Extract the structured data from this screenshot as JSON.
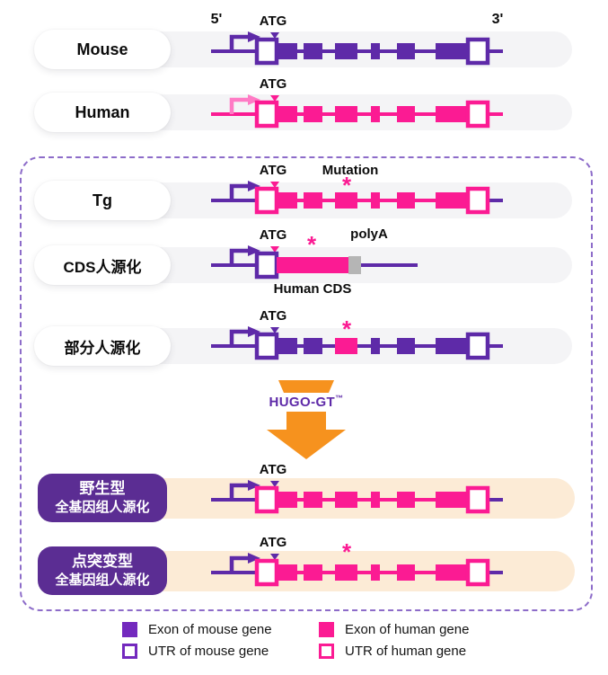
{
  "colors": {
    "purple": "#5E2AA8",
    "legendpurple": "#7329BE",
    "pink": "#FB1B93",
    "pinklight": "#FF7BC5",
    "orange": "#F6921E",
    "polya": "#B5B5B5",
    "badge": "#5B2D93",
    "peach": "#FCEBD6",
    "pill": "#F4F4F6",
    "dashed": "#8D6CC9"
  },
  "axis": {
    "five_prime": "5'",
    "three_prime": "3'"
  },
  "rows": {
    "mouse": {
      "label": "Mouse",
      "atg": "ATG"
    },
    "human": {
      "label": "Human",
      "atg": "ATG"
    },
    "tg": {
      "label": "Tg",
      "atg": "ATG",
      "mutation_label": "Mutation",
      "mutation_mark": "*"
    },
    "cds": {
      "label": "CDS人源化",
      "atg": "ATG",
      "polya_label": "polyA",
      "mutation_mark": "*",
      "caption": "Human CDS"
    },
    "partial": {
      "label": "部分人源化",
      "atg": "ATG",
      "mutation_mark": "*"
    },
    "wildtype": {
      "badge_line1": "野生型",
      "badge_line2": "全基因组人源化",
      "atg": "ATG"
    },
    "pointmut": {
      "badge_line1": "点突变型",
      "badge_line2": "全基因组人源化",
      "atg": "ATG",
      "mutation_mark": "*"
    }
  },
  "process": {
    "label": "HUGO-GT",
    "trademark": "™"
  },
  "legend": {
    "items": [
      {
        "label": "Exon of mouse gene"
      },
      {
        "label": "UTR of mouse gene"
      },
      {
        "label": "Exon of human gene"
      },
      {
        "label": "UTR of human gene"
      }
    ]
  }
}
